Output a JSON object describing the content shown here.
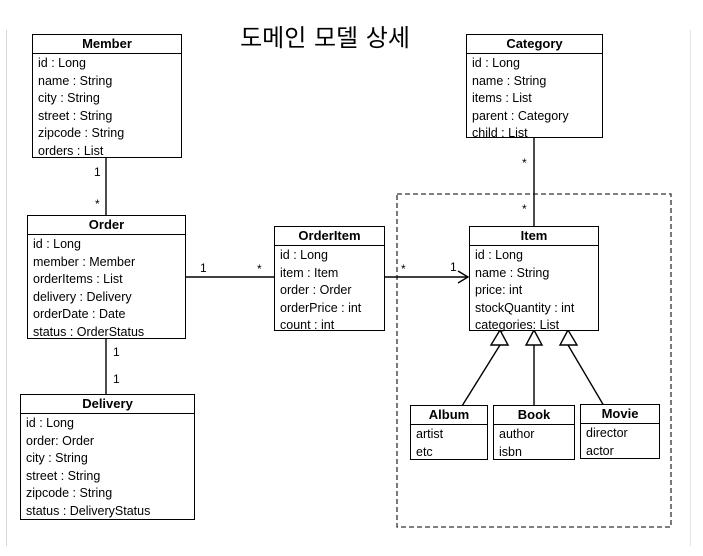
{
  "title": "도메인 모델 상세",
  "classes": {
    "member": {
      "name": "Member",
      "attrs": [
        "id : Long",
        "name : String",
        "city : String",
        "street : String",
        "zipcode : String",
        "orders : List"
      ]
    },
    "order": {
      "name": "Order",
      "attrs": [
        "id : Long",
        "member : Member",
        "orderItems : List",
        "delivery : Delivery",
        "orderDate : Date",
        "status : OrderStatus"
      ]
    },
    "delivery": {
      "name": "Delivery",
      "attrs": [
        "id : Long",
        "order: Order",
        "city : String",
        "street : String",
        "zipcode : String",
        "status : DeliveryStatus"
      ]
    },
    "orderitem": {
      "name": "OrderItem",
      "attrs": [
        "id : Long",
        "item : Item",
        "order : Order",
        "orderPrice : int",
        "count : int"
      ]
    },
    "item": {
      "name": "Item",
      "attrs": [
        "id : Long",
        "name : String",
        "price: int",
        "stockQuantity : int",
        "categories: List"
      ]
    },
    "category": {
      "name": "Category",
      "attrs": [
        "id : Long",
        "name : String",
        "items : List",
        "parent : Category",
        "child : List"
      ]
    },
    "album": {
      "name": "Album",
      "attrs": [
        "artist",
        "etc"
      ]
    },
    "book": {
      "name": "Book",
      "attrs": [
        "author",
        "isbn"
      ]
    },
    "movie": {
      "name": "Movie",
      "attrs": [
        "director",
        "actor"
      ]
    }
  },
  "multiplicities": {
    "member_order_one": "1",
    "member_order_many": "*",
    "order_delivery_one_a": "1",
    "order_delivery_one_b": "1",
    "order_orderitem_one": "1",
    "order_orderitem_many": "*",
    "orderitem_item_many": "*",
    "orderitem_item_one": "1",
    "category_item_many_a": "*",
    "category_item_many_b": "*"
  }
}
